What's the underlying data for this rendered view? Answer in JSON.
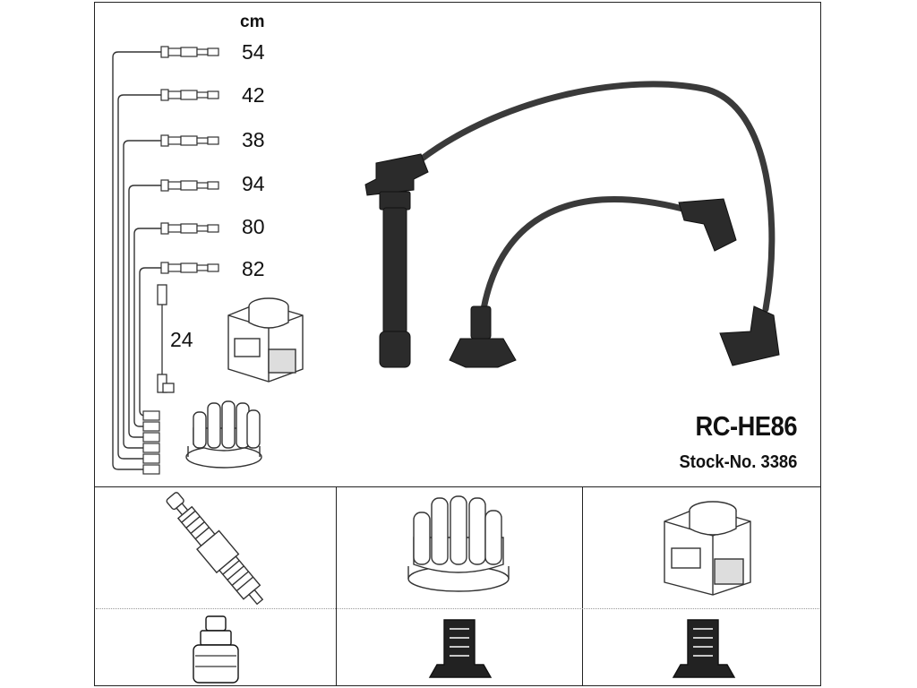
{
  "header": {
    "unit": "cm"
  },
  "cables": [
    {
      "length": "54"
    },
    {
      "length": "42"
    },
    {
      "length": "38"
    },
    {
      "length": "94"
    },
    {
      "length": "80"
    },
    {
      "length": "82"
    }
  ],
  "coil_lead": {
    "length": "24"
  },
  "product": {
    "model": "RC-HE86",
    "stock": "Stock-No. 3386"
  },
  "icons": [
    "spark-plug-icon",
    "distributor-cap-icon",
    "ignition-coil-icon",
    "boot-icon"
  ]
}
